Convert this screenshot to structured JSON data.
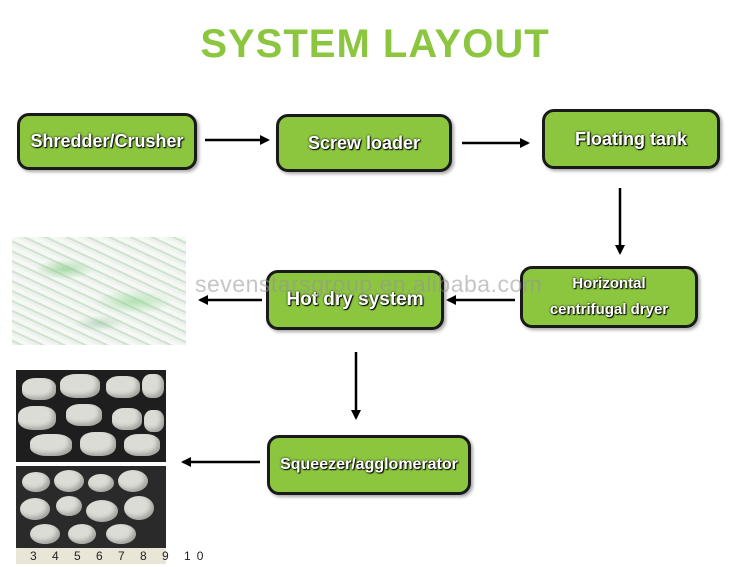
{
  "title": "SYSTEM LAYOUT",
  "watermark": "sevenstarsgroup.en.alibaba.com",
  "nodes": {
    "shredder": "Shredder/Crusher",
    "screw_loader": "Screw loader",
    "floating_tank": "Floating tank",
    "dryer_line1": "Horizontal",
    "dryer_line2": "centrifugal dryer",
    "hot_dry": "Hot dry system",
    "squeezer": "Squeezer/agglomerator"
  },
  "ruler_text": "3 4 5 6 7 8 9 10",
  "colors": {
    "accent": "#8cc63f",
    "border": "#1a1a1a",
    "arrow": "#000000"
  }
}
